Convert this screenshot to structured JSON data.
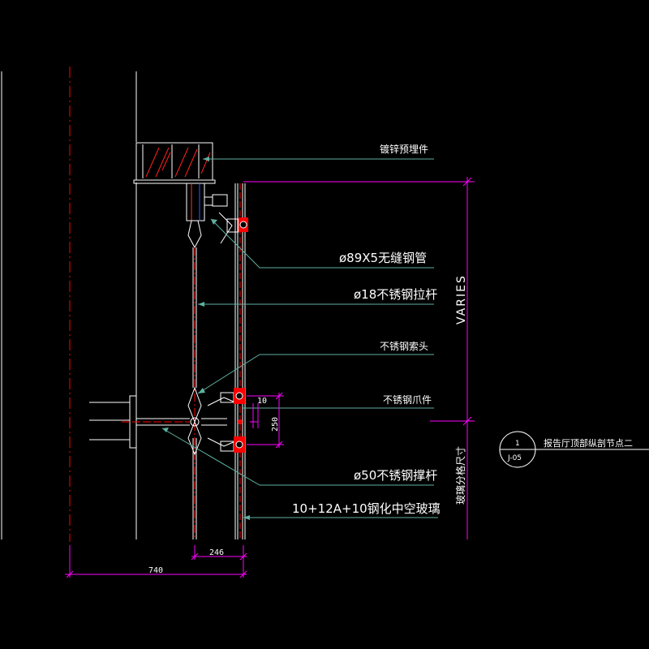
{
  "colors": {
    "background": "#000000",
    "structure": "#ffffff",
    "leader": "#5fb0a0",
    "dimension": "#ff00ff",
    "centerline": "#ff0000",
    "hatch": "#ff2020",
    "hardware": "#ff0000"
  },
  "labels": {
    "embed": "镀锌预埋件",
    "steel_pipe": "ø89X5无缝钢管",
    "tie_rod": "ø18不锈钢拉杆",
    "cable_head": "不锈钢索头",
    "spider": "不锈钢爪件",
    "strut": "ø50不锈钢撑杆",
    "glass": "10+12A+10钢化中空玻璃",
    "varies": "VARIES",
    "glass_panel_size": "玻璃分格尺寸"
  },
  "dimensions": {
    "d740": "740",
    "d246": "246",
    "d10": "10",
    "d250": "250"
  },
  "detail_tag": {
    "number": "1",
    "sheet": "J-05",
    "title": "报告厅顶部纵剖节点二"
  }
}
